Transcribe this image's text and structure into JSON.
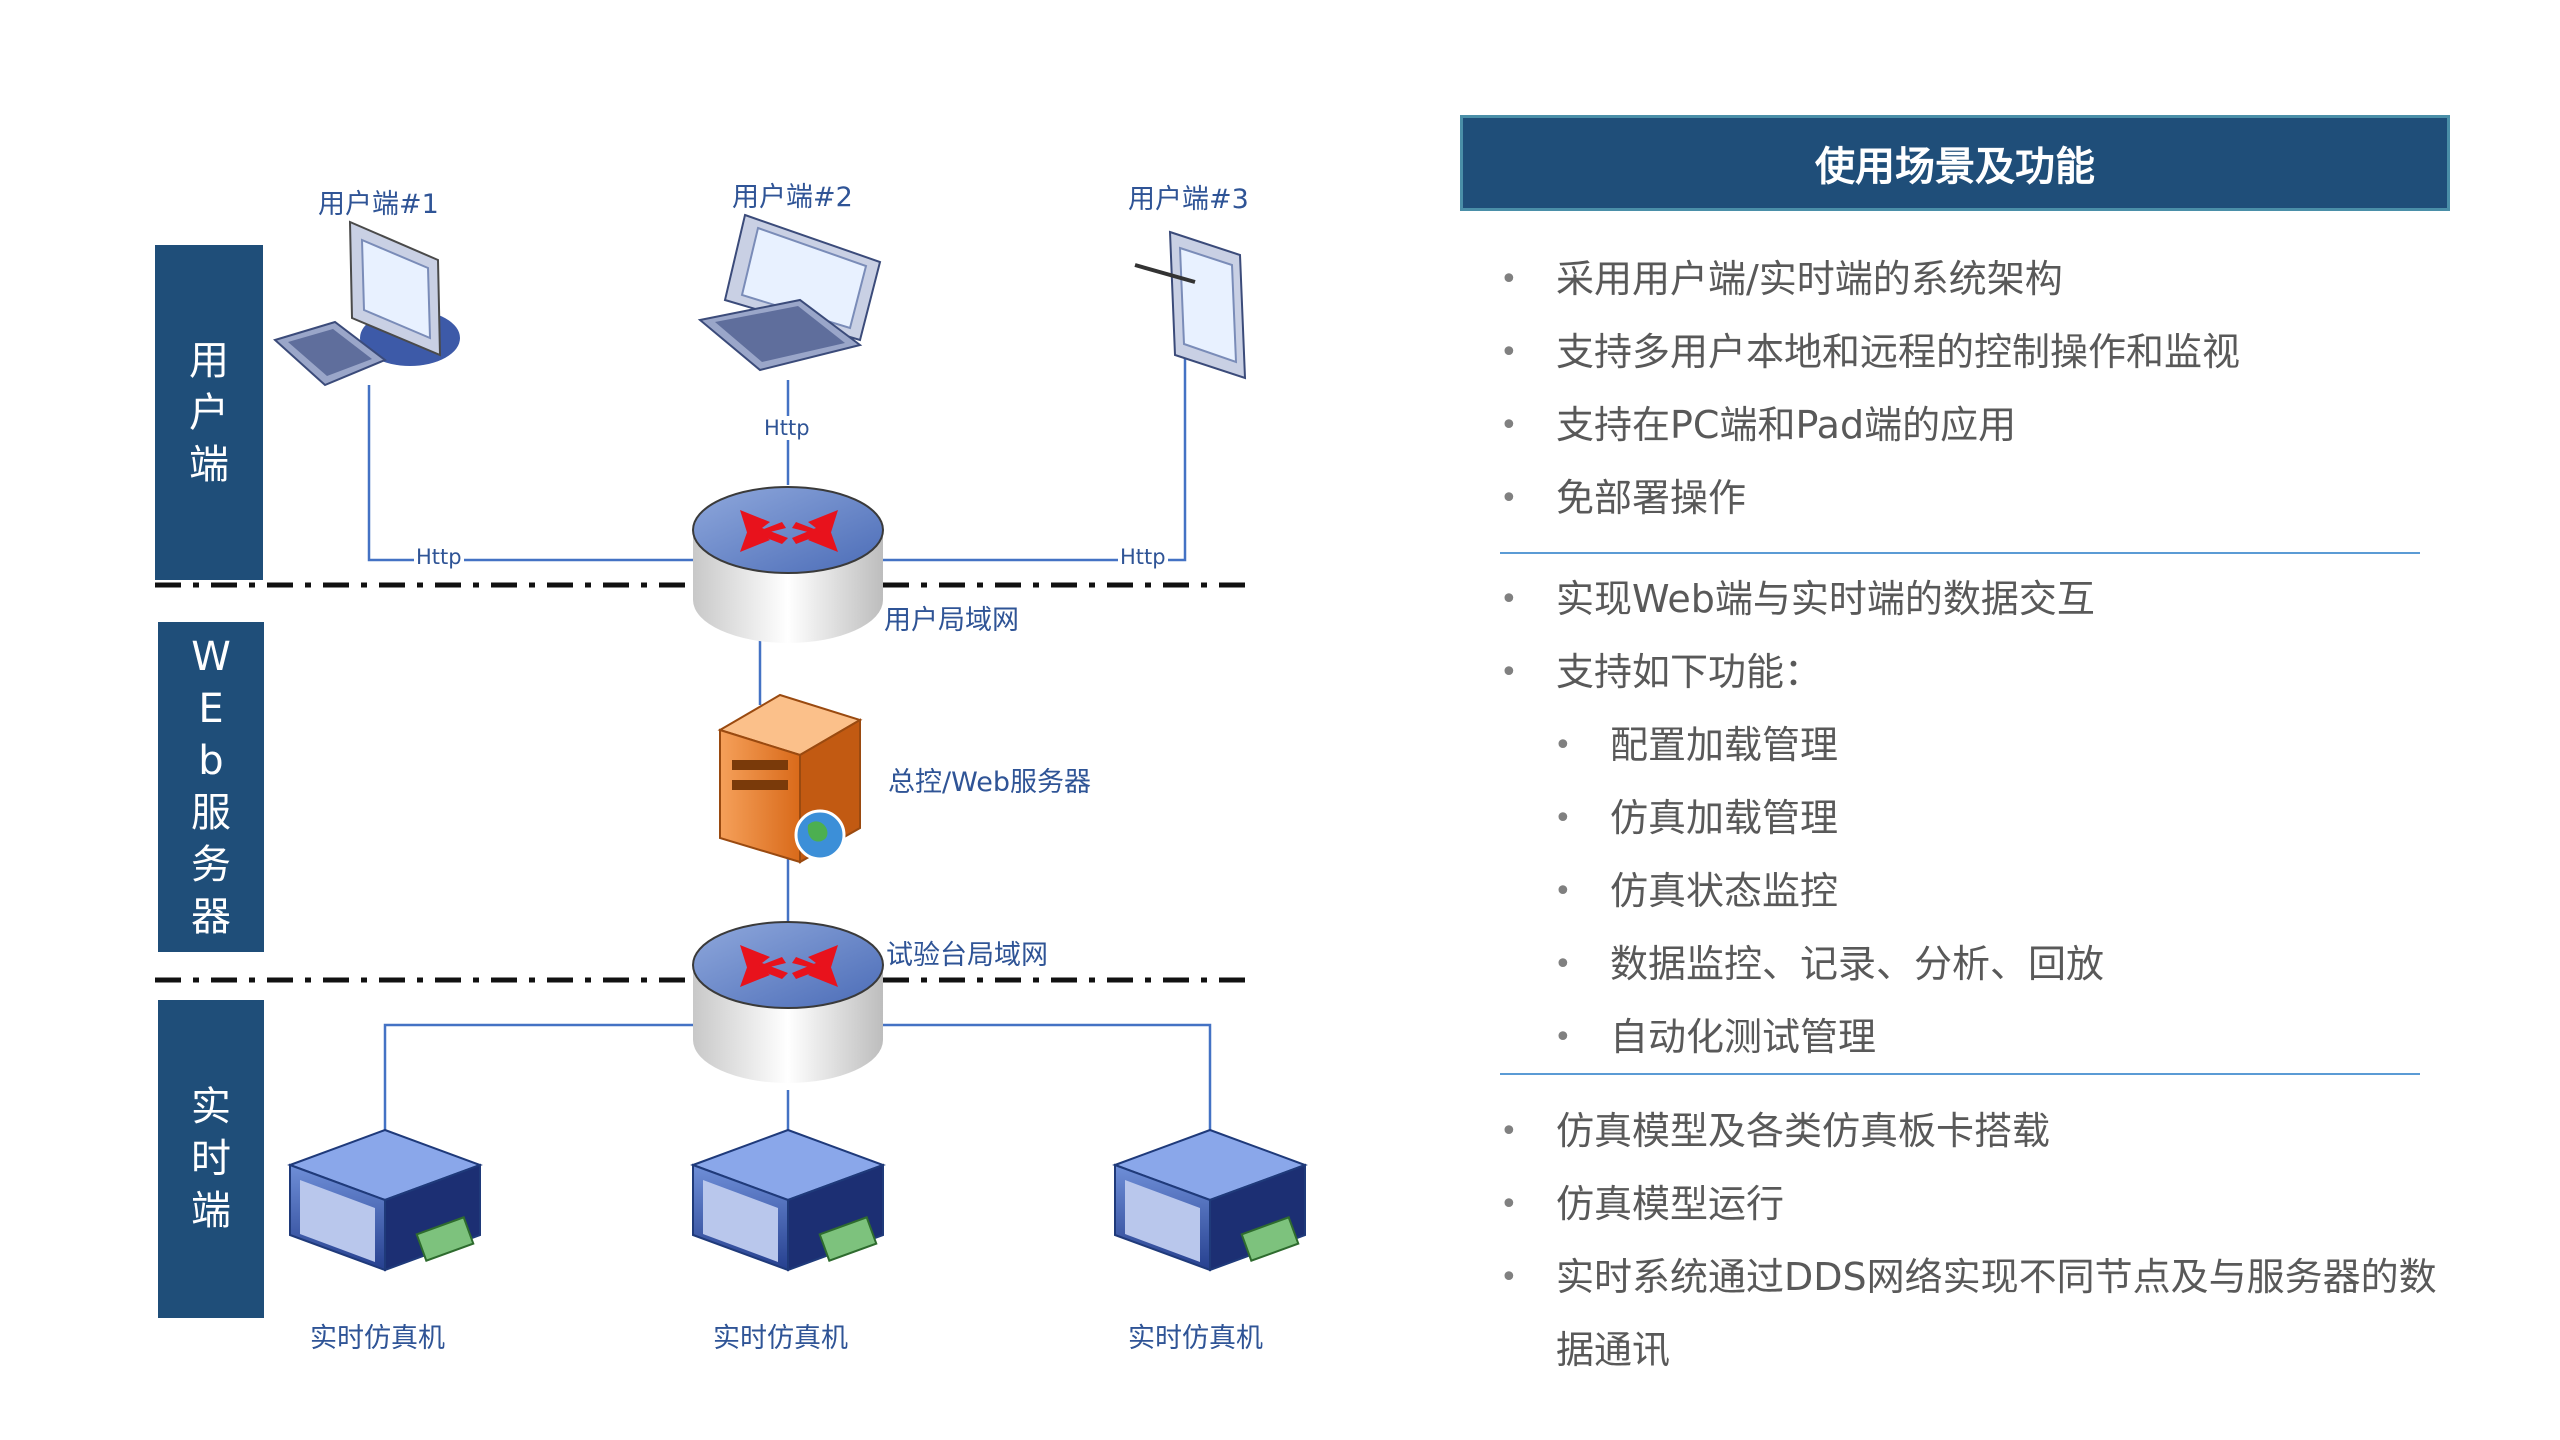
{
  "tiers": {
    "user": [
      "用",
      "户",
      "端"
    ],
    "web": [
      "W",
      "E",
      "b",
      "服",
      "务",
      "器"
    ],
    "realtime": [
      "实",
      "时",
      "端"
    ]
  },
  "clients": {
    "c1": "用户端#1",
    "c2": "用户端#2",
    "c3": "用户端#3"
  },
  "links": {
    "http": "Http"
  },
  "network": {
    "user_lan": "用户局域网",
    "server": "总控/Web服务器",
    "test_lan": "试验台局域网"
  },
  "sims": [
    "实时仿真机",
    "实时仿真机",
    "实时仿真机"
  ],
  "panel": {
    "title": "使用场景及功能",
    "group1": [
      "采用用户端/实时端的系统架构",
      "支持多用户本地和远程的控制操作和监视",
      "支持在PC端和Pad端的应用",
      "免部署操作"
    ],
    "group2": [
      "实现Web端与实时端的数据交互",
      "支持如下功能："
    ],
    "group2_sub": [
      "配置加载管理",
      "仿真加载管理",
      "仿真状态监控",
      "数据监控、记录、分析、回放",
      "自动化测试管理"
    ],
    "group3": [
      "仿真模型及各类仿真板卡搭载",
      "仿真模型运行",
      "实时系统通过DDS网络实现不同节点及与服务器的数据通讯"
    ]
  },
  "colors": {
    "tier_fill": "#1f4e79",
    "line": "#4472c4",
    "label": "#2f5496",
    "bullet_text": "#595959"
  }
}
